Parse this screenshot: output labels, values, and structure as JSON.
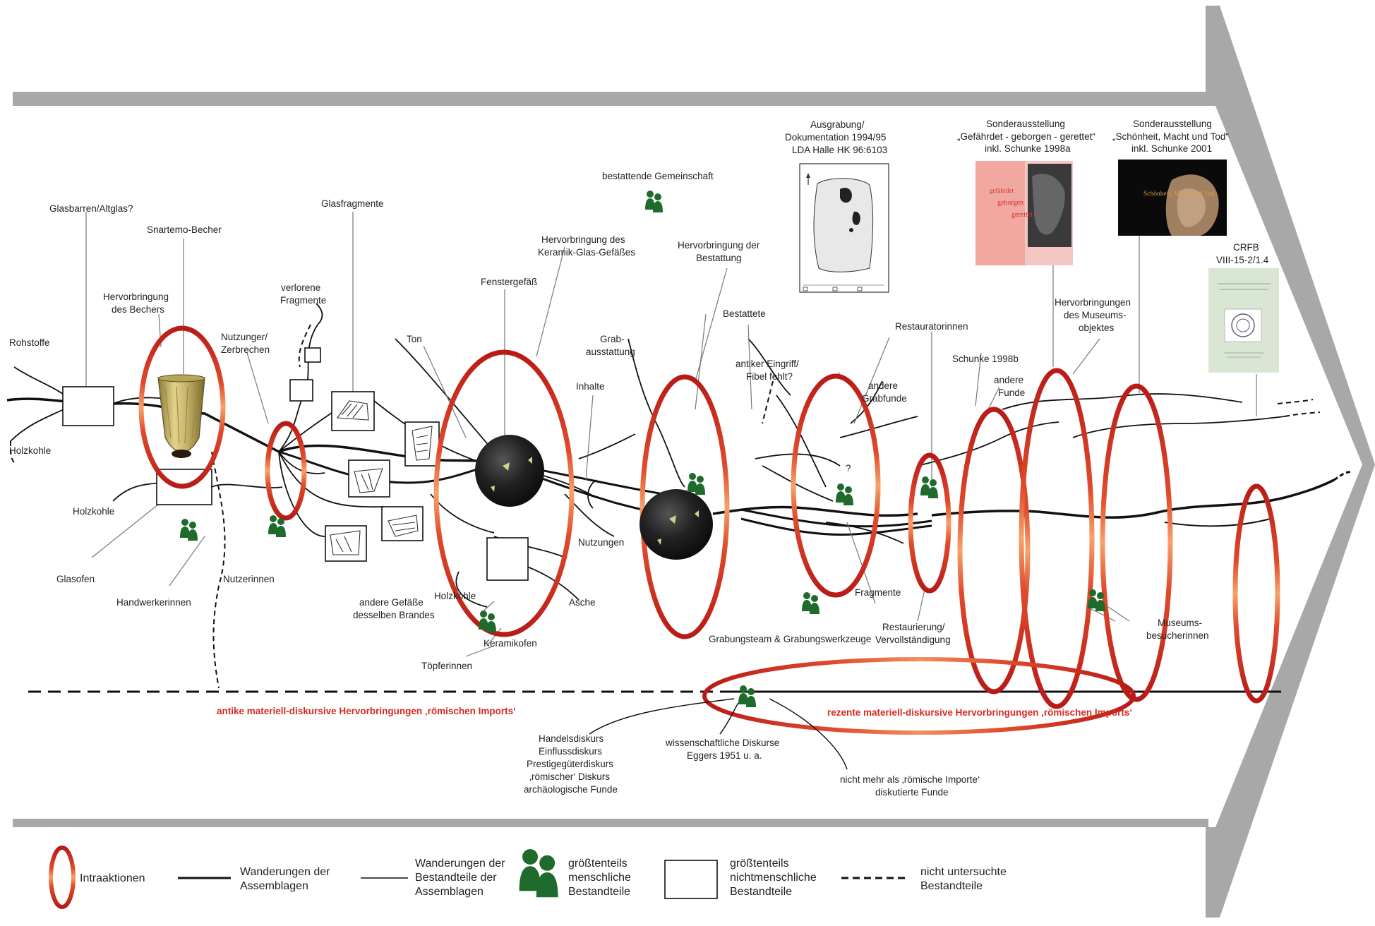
{
  "labels": {
    "rohstoffe": "Rohstoffe",
    "holzkohle1": "Holzkohle",
    "glasbarren": "Glasbarren/Altglas?",
    "snartemo": "Snartemo-Becher",
    "hervorbringung_becher_1": "Hervorbringung",
    "hervorbringung_becher_2": "des Bechers",
    "holzkohle2": "Holzkohle",
    "glasofen": "Glasofen",
    "handwerkerinnen": "Handwerkerinnen",
    "nutzung_1": "Nutzunger/",
    "nutzung_2": "Zerbrechen",
    "nutzerinnen": "Nutzerinnen",
    "verlorene_1": "verlorene",
    "verlorene_2": "Fragmente",
    "glasfragmente": "Glasfragmente",
    "ton": "Ton",
    "fenstergefaess": "Fenstergefäß",
    "hervorbringung_keramik_1": "Hervorbringung des",
    "hervorbringung_keramik_2": "Keramik-Glas-Gefäßes",
    "holzkohle3": "Holzkohle",
    "andere_gefaesse_1": "andere Gefäße",
    "andere_gefaesse_2": "desselben Brandes",
    "keramikofen": "Keramikofen",
    "toepferinnen": "Töpferinnen",
    "asche": "Asche",
    "nutzungen": "Nutzungen",
    "inhalte": "Inhalte",
    "grab_1": "Grab-",
    "grab_2": "ausstattung",
    "bestattende": "bestattende Gemeinschaft",
    "hervorbringung_bestattung_1": "Hervorbringung der",
    "hervorbringung_bestattung_2": "Bestattung",
    "bestattete": "Bestattete",
    "antiker_1": "antiker Eingriff/",
    "antiker_2": "Fibel fehlt?",
    "ausgrabung_1": "Ausgrabung/",
    "ausgrabung_2": "Dokumentation 1994/95",
    "ausgrabung_3": "LDA Halle HK 96:6103",
    "andere_grabfunde_1": "andere",
    "andere_grabfunde_2": "Grabfunde",
    "fragmente": "Fragmente",
    "grabungsteam": "Grabungsteam & Grabungswerkzeuge",
    "restauratorinnen": "Restauratorinnen",
    "restaurierung_1": "Restaurierung/",
    "restaurierung_2": "Vervollständigung",
    "schunke1998b": "Schunke 1998b",
    "andere_funde_1": "andere",
    "andere_funde_2": "Funde",
    "sonder1_1": "Sonderausstellung",
    "sonder1_2": "„Gefährdet - geborgen - gerettet“",
    "sonder1_3": "inkl. Schunke 1998a",
    "sonder2_1": "Sonderausstellung",
    "sonder2_2": "„Schönheit, Macht und Tod“",
    "sonder2_3": "inkl. Schunke 2001",
    "hervorbringungen_museum_1": "Hervorbringungen",
    "hervorbringungen_museum_2": "des Museums-",
    "hervorbringungen_museum_3": "objektes",
    "crfb_1": "CRFB",
    "crfb_2": "VIII-15-2/1.4",
    "museumsbesucher_1": "Museums-",
    "museumsbesucher_2": "besucherinnen",
    "antike_hervorbringungen": "antike materiell-diskursive Hervorbringungen ‚römischen Imports‘",
    "rezente_hervorbringungen": "rezente materiell-diskursive Hervorbringungen ‚römischen Imports‘",
    "handelsdiskurs_1": "Handelsdiskurs",
    "handelsdiskurs_2": "Einflussdiskurs",
    "handelsdiskurs_3": "Prestigegüterdiskurs",
    "handelsdiskurs_4": "‚römischer‘ Diskurs",
    "handelsdiskurs_5": "archäologische Funde",
    "wissenschaftliche_1": "wissenschaftliche Diskurse",
    "wissenschaftliche_2": "Eggers 1951 u. a.",
    "nicht_mehr_1": "nicht mehr als ‚römische Importe‘",
    "nicht_mehr_2": "diskutierte Funde",
    "question_mark": "?",
    "book1_line1": "gefährdet",
    "book1_line2": "geborgen",
    "book1_line3": "gerettet",
    "book2_title": "Schönheit, Macht und Tod"
  },
  "legend": {
    "intraaktionen": "Intraaktionen",
    "wanderungen_assemblagen_1": "Wanderungen der",
    "wanderungen_assemblagen_2": "Assemblagen",
    "wanderungen_bestandteile_1": "Wanderungen der",
    "wanderungen_bestandteile_2": "Bestandteile der",
    "wanderungen_bestandteile_3": "Assemblagen",
    "menschlich_1": "größtenteils",
    "menschlich_2": "menschliche",
    "menschlich_3": "Bestandteile",
    "nichtmenschlich_1": "größtenteils",
    "nichtmenschlich_2": "nichtmenschliche",
    "nichtmenschlich_3": "Bestandteile",
    "nicht_untersucht_1": "nicht untersuchte",
    "nicht_untersucht_2": "Bestandteile"
  },
  "colors": {
    "ring_red": "#c8201c",
    "arrow_gray": "#a8a8a8",
    "figure_green": "#1e6b2c",
    "label_red": "#d42a1f"
  },
  "icons": [
    "intraaction-ring-icon",
    "human-figures-icon",
    "box-icon",
    "glass-beaker-image",
    "ceramic-vessel-image",
    "excavation-plan-image",
    "exhibition-book-image",
    "crfb-book-image"
  ]
}
